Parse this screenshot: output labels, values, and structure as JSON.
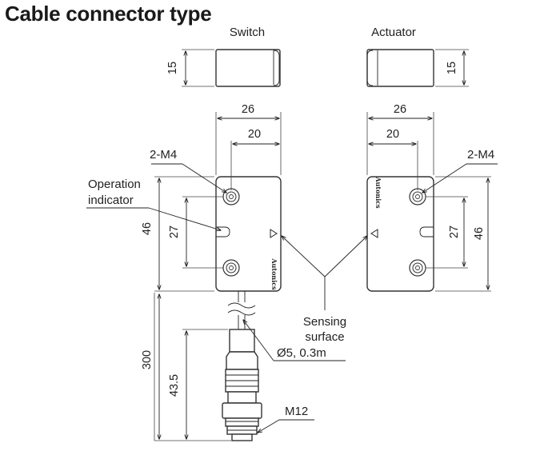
{
  "title": "Cable connector type",
  "views": {
    "switch_label": "Switch",
    "actuator_label": "Actuator"
  },
  "dimensions": {
    "side_height": "15",
    "overall_width": "26",
    "hole_spacing_width": "20",
    "overall_height": "46",
    "hole_spacing_height": "27",
    "cable_length": "300",
    "connector_length": "43.5"
  },
  "callouts": {
    "mount_holes": "2-M4",
    "operation_indicator_line1": "Operation",
    "operation_indicator_line2": "indicator",
    "sensing_surface_line1": "Sensing",
    "sensing_surface_line2": "surface",
    "cable_spec": "Ø5, 0.3m",
    "connector_thread": "M12"
  }
}
